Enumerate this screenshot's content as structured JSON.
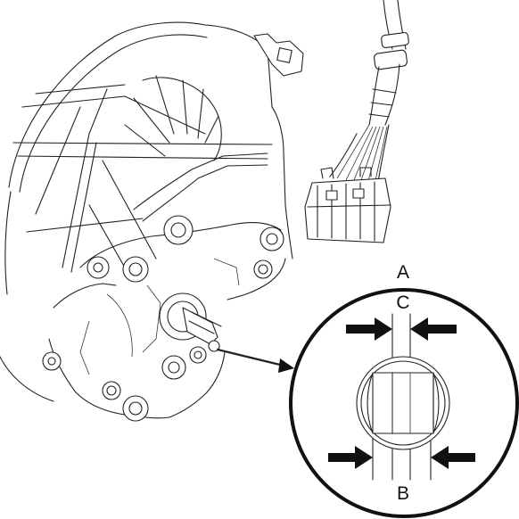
{
  "labels": {
    "a": "A",
    "b": "B",
    "c": "C"
  },
  "colors": {
    "line": "#222222",
    "background": "#ffffff",
    "arrow": "#111111"
  }
}
